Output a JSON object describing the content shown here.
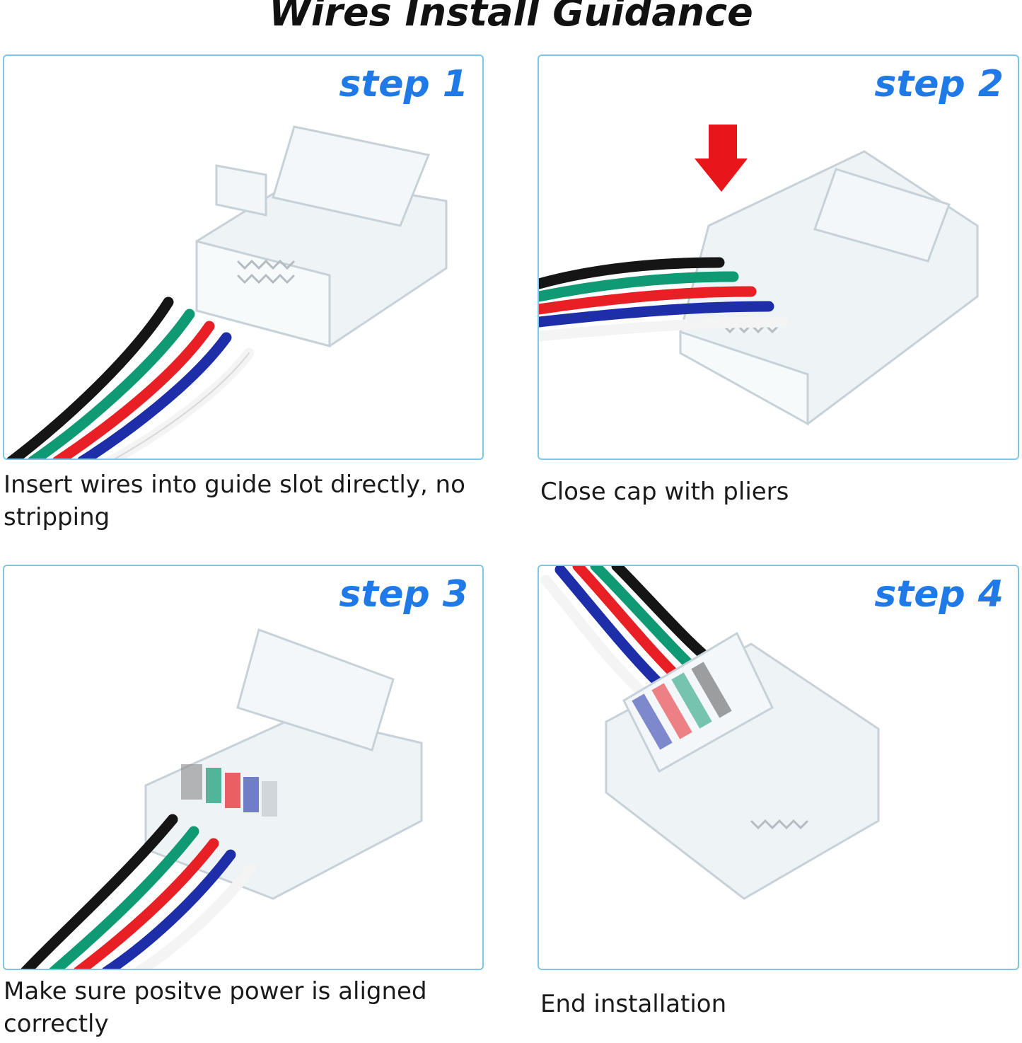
{
  "title": "Wires Install Guidance",
  "steps": [
    {
      "label": "step 1",
      "caption": "Insert wires into guide slot directly, no stripping"
    },
    {
      "label": "step 2",
      "caption": "Close cap with pliers"
    },
    {
      "label": "step 3",
      "caption": "Make sure positve power is aligned correctly"
    },
    {
      "label": "step 4",
      "caption": "End installation"
    }
  ],
  "colors": {
    "step_label": "#1f7ae8",
    "panel_border": "#7fc6e4",
    "arrow": "#e8161b",
    "wire_black": "#151515",
    "wire_green": "#0f9a73",
    "wire_red": "#e81f25",
    "wire_blue": "#1d2ea8",
    "wire_white": "#f4f4f4"
  },
  "icons": [
    "down-arrow-icon",
    "connector-icon",
    "wire-bundle-icon"
  ]
}
